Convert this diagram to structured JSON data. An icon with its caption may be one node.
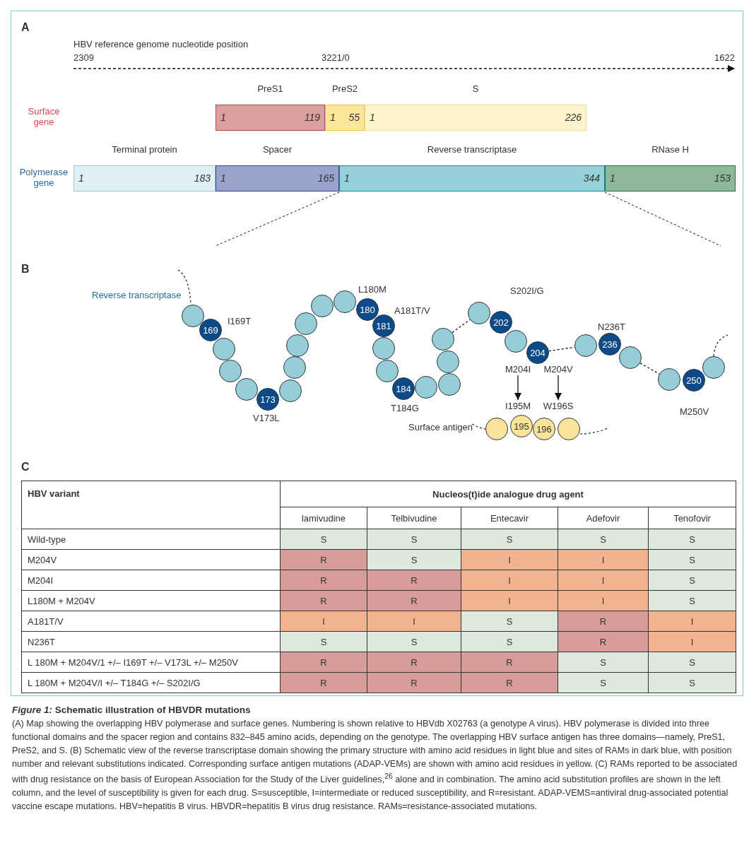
{
  "diagram": {
    "title": "*Figure 1:* Schematic illustration of HBVDR mutations",
    "caption": "(A) Map showing the overlapping HBV polymerase and surface genes. Numbering is shown relative to HBVdb X02763 (a genotype A virus). HBV polymerase is divided into three functional domains and the spacer region and contains 832–845 amino acids, depending on the genotype. The overlapping HBV surface antigen has three domains—namely, PreS1, PreS2, and S. (B) Schematic view of the reverse transcriptase domain showing the primary structure with amino acid residues in light blue and sites of RAMs in dark blue, with position number and relevant substitutions indicated. Corresponding surface antigen mutations (ADAP-VEMs) are shown with amino acid residues in yellow. (C) RAMs reported to be associated with drug resistance on the basis of European Association for the Study of the Liver guidelines,$^{26}$ alone and in combination. The amino acid substitution profiles are shown in the left column, and the level of susceptibility is given for each drug. S=susceptible, I=intermediate or reduced susceptibility, and R=resistant. ADAP-VEMS=antiviral drug-associated potential vaccine escape mutations. HBV=hepatitis B virus. HBVDR=hepatitis B virus drug resistance. RAMs=resistance-associated mutations.",
    "nodes": [
      {
        "text": [
          "PreS1",
          "1",
          "119"
        ]
      },
      {
        "text": [
          "PreS2",
          "1",
          "55"
        ]
      },
      {
        "text": [
          "S",
          "1",
          "226"
        ]
      },
      {
        "text": [
          "Terminal protein",
          "1",
          "183"
        ]
      },
      {
        "text": [
          "Spacer",
          "1",
          "165"
        ]
      },
      {
        "text": [
          "Reverse transcriptase",
          "1",
          "344"
        ]
      },
      {
        "text": [
          "RNase H",
          "1",
          "153"
        ]
      },
      {
        "text": [],
        "shape": "circle"
      },
      {
        "text": [
          "169"
        ],
        "beside": [
          "I169T"
        ]
      },
      {
        "text": [],
        "shape": "circle"
      },
      {
        "text": [],
        "shape": "circle"
      },
      {
        "text": [],
        "shape": "circle"
      },
      {
        "text": [
          "173"
        ],
        "beside": [
          "V173L"
        ]
      },
      {
        "text": [],
        "shape": "circle"
      },
      {
        "text": [],
        "shape": "circle"
      },
      {
        "text": [],
        "shape": "circle"
      },
      {
        "text": [],
        "shape": "circle"
      },
      {
        "text": [],
        "shape": "circle"
      },
      {
        "text": [],
        "shape": "circle"
      },
      {
        "text": [
          "180"
        ],
        "beside": [
          "L180M"
        ]
      },
      {
        "text": [
          "181"
        ],
        "beside": [
          "A181T/V"
        ]
      },
      {
        "text": [],
        "shape": "circle"
      },
      {
        "text": [],
        "shape": "circle"
      },
      {
        "text": [
          "184"
        ],
        "beside": [
          "T184G"
        ]
      },
      {
        "text": [],
        "shape": "circle"
      },
      {
        "text": [],
        "shape": "circle"
      },
      {
        "text": [],
        "shape": "circle"
      },
      {
        "text": [],
        "shape": "circle"
      },
      {
        "text": [],
        "shape": "circle"
      },
      {
        "text": [
          "202"
        ],
        "beside": [
          "S202I/G"
        ]
      },
      {
        "text": [],
        "shape": "circle"
      },
      {
        "text": [
          "204"
        ]
      },
      {
        "text": [],
        "shape": "circle"
      },
      {
        "text": [
          "236"
        ],
        "beside": [
          "N236T"
        ]
      },
      {
        "text": [],
        "shape": "circle"
      },
      {
        "text": [],
        "shape": "circle"
      },
      {
        "text": [
          "250"
        ],
        "beside": [
          "M250V"
        ]
      },
      {
        "text": [],
        "shape": "circle"
      },
      {
        "text": [
          "M204I"
        ]
      },
      {
        "text": [
          "M204V"
        ]
      },
      {
        "text": [
          "I195M"
        ]
      },
      {
        "text": [
          "W196S"
        ]
      },
      {
        "text": [],
        "shape": "circle"
      },
      {
        "text": [
          "195"
        ]
      },
      {
        "text": [
          "196"
        ]
      },
      {
        "text": [],
        "shape": "circle"
      }
    ],
    "edges": [
      {
        "from": 27,
        "to": 28,
        "arrow": "none",
        "style": "dashed"
      },
      {
        "from": 31,
        "to": 32,
        "arrow": "none",
        "style": "dashed"
      },
      {
        "from": 34,
        "to": 35,
        "arrow": "none",
        "style": "dashed"
      },
      {
        "from": 38,
        "to": 40,
        "arrow": "to"
      },
      {
        "from": 39,
        "to": 41,
        "arrow": "to"
      }
    ],
    "labels": [
      "A",
      "HBV reference genome nucleotide position",
      "2309",
      "3221/0",
      "1622",
      "Surface gene",
      "Polymerase gene",
      "B",
      "Reverse transcriptase",
      "Surface antigen",
      "C",
      "HBV variant",
      "Nucleos(t)ide analogue drug agent",
      "lamivudine",
      "Telbivudine",
      "Entecavir",
      "Adefovir",
      "Tenofovir",
      "Wild-type",
      "S",
      "S",
      "S",
      "S",
      "S",
      "M204V",
      "R",
      "S",
      "I",
      "I",
      "S",
      "M204I",
      "R",
      "R",
      "I",
      "I",
      "S",
      "L180M + M204V",
      "R",
      "R",
      "I",
      "I",
      "S",
      "A181T/V",
      "I",
      "I",
      "S",
      "R",
      "I",
      "N236T",
      "S",
      "S",
      "S",
      "R",
      "I",
      "L 180M + M204V/1 +/– I169T +/– V173L +/– M250V",
      "R",
      "R",
      "R",
      "S",
      "S",
      "L 180M + M204V/I +/– T184G +/– S202I/G",
      "R",
      "R",
      "R",
      "S",
      "S"
    ]
  }
}
